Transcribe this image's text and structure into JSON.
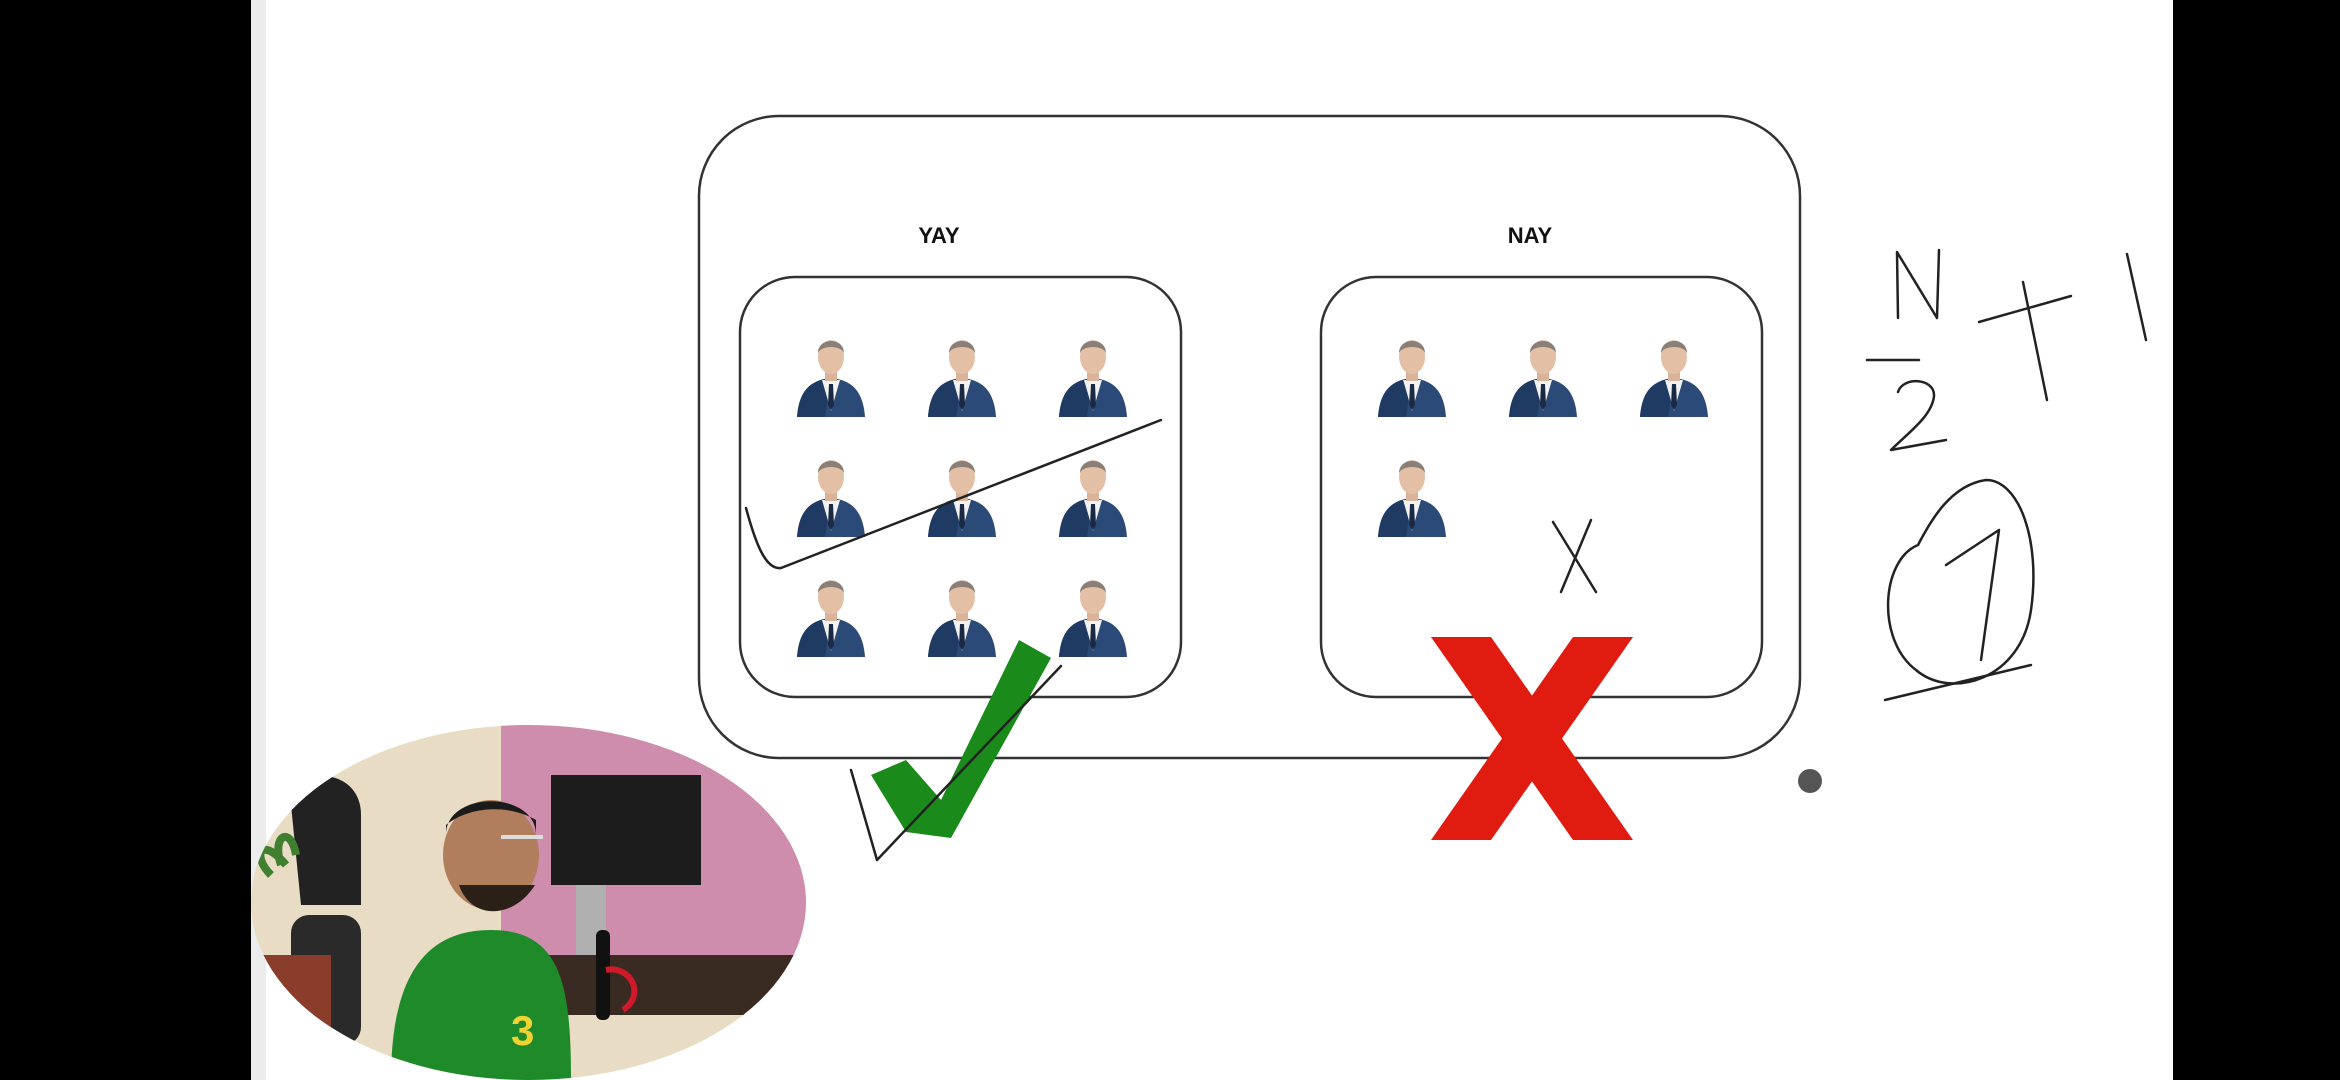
{
  "diagram": {
    "yay_label": "YAY",
    "nay_label": "NAY",
    "yay_voter_count": 9,
    "nay_voter_count": 4,
    "yay_result": "check-mark",
    "nay_result": "x-mark"
  },
  "annotations": {
    "handwritten_formula": "N/2 + 1",
    "handwritten_circled_value": "7"
  },
  "colors": {
    "check": "#1a8a1a",
    "cross": "#e01b0f",
    "suit": "#2c4a78",
    "ink": "#222222"
  },
  "icons": {
    "voter": "person-in-suit-icon",
    "check": "check-mark-icon",
    "cross": "x-mark-icon"
  }
}
